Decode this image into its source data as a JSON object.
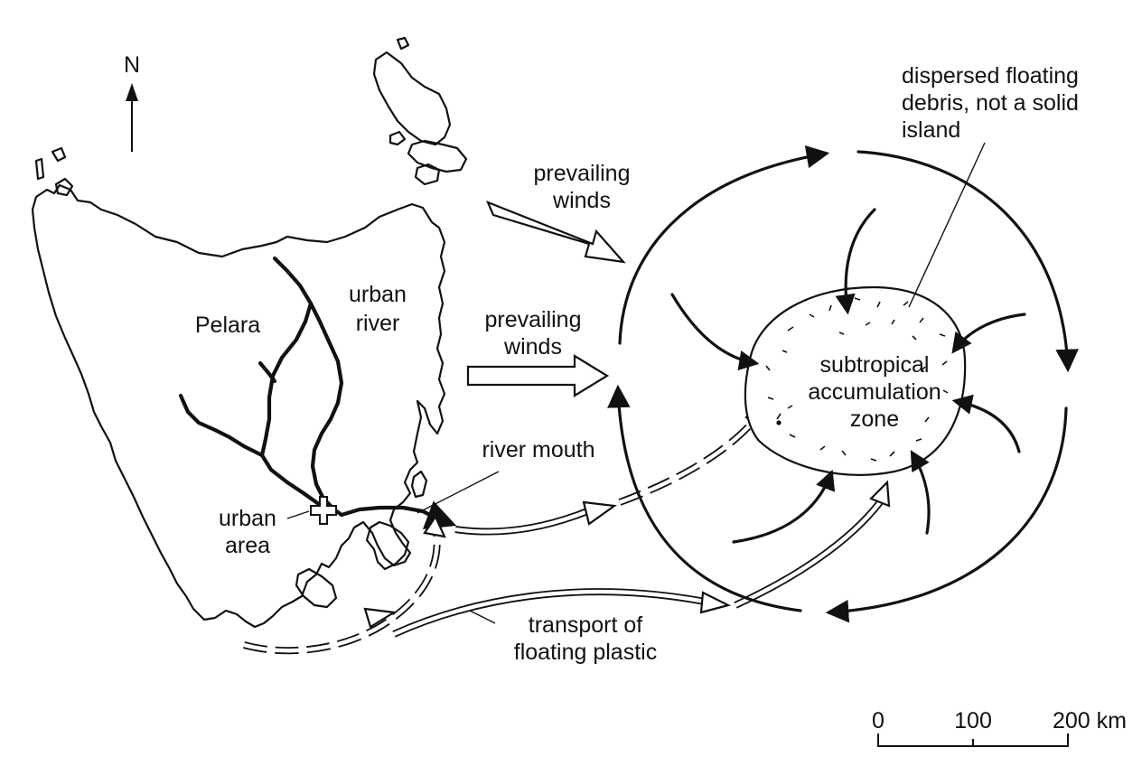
{
  "north": {
    "label": "N"
  },
  "labels": {
    "region": "Pelara",
    "urban_river_1": "urban",
    "urban_river_2": "river",
    "urban_area_1": "urban",
    "urban_area_2": "area",
    "river_mouth": "river mouth",
    "winds_top_1": "prevailing",
    "winds_top_2": "winds",
    "winds_mid_1": "prevailing",
    "winds_mid_2": "winds",
    "transport_1": "transport of",
    "transport_2": "floating plastic",
    "zone_1": "subtropical",
    "zone_2": "accumulation",
    "zone_3": "zone",
    "debris_1": "dispersed floating",
    "debris_2": "debris, not a solid",
    "debris_3": "island"
  },
  "scale_bar": {
    "ticks": [
      "0",
      "100",
      "200 km"
    ]
  }
}
